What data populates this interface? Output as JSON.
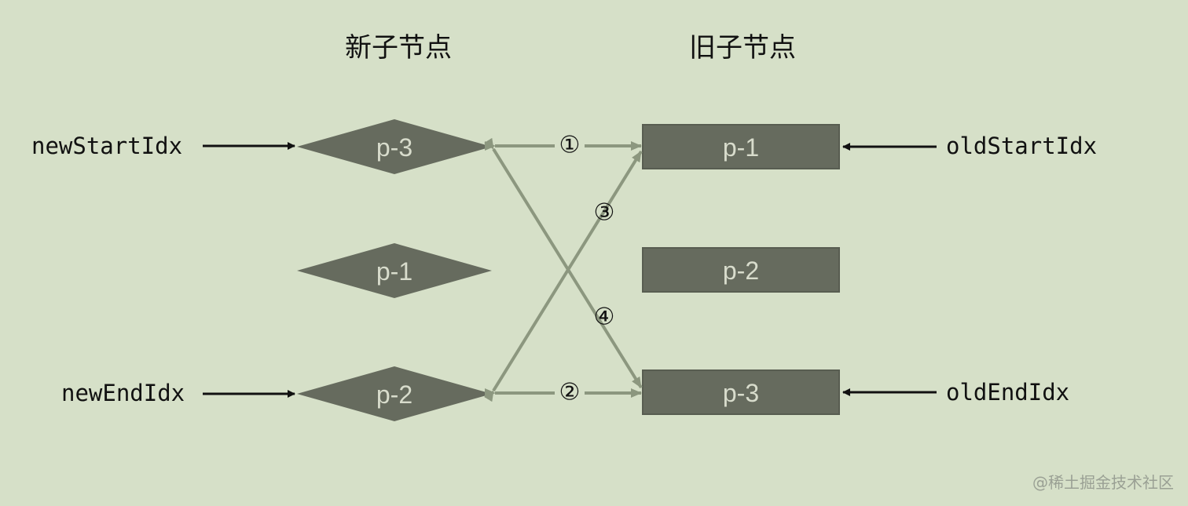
{
  "headers": {
    "new_children": "新子节点",
    "old_children": "旧子节点"
  },
  "pointers": {
    "new_start": "newStartIdx",
    "new_end": "newEndIdx",
    "old_start": "oldStartIdx",
    "old_end": "oldEndIdx"
  },
  "new_nodes": [
    {
      "label": "p-3"
    },
    {
      "label": "p-1"
    },
    {
      "label": "p-2"
    }
  ],
  "old_nodes": [
    {
      "label": "p-1"
    },
    {
      "label": "p-2"
    },
    {
      "label": "p-3"
    }
  ],
  "steps": {
    "one": "①",
    "two": "②",
    "three": "③",
    "four": "④"
  },
  "watermark": "@稀土掘金技术社区",
  "colors": {
    "background": "#d6e0c8",
    "node_fill": "#666b5e",
    "node_text": "#d8dccc",
    "connector": "#8c977f",
    "pointer_arrow": "#111111"
  }
}
